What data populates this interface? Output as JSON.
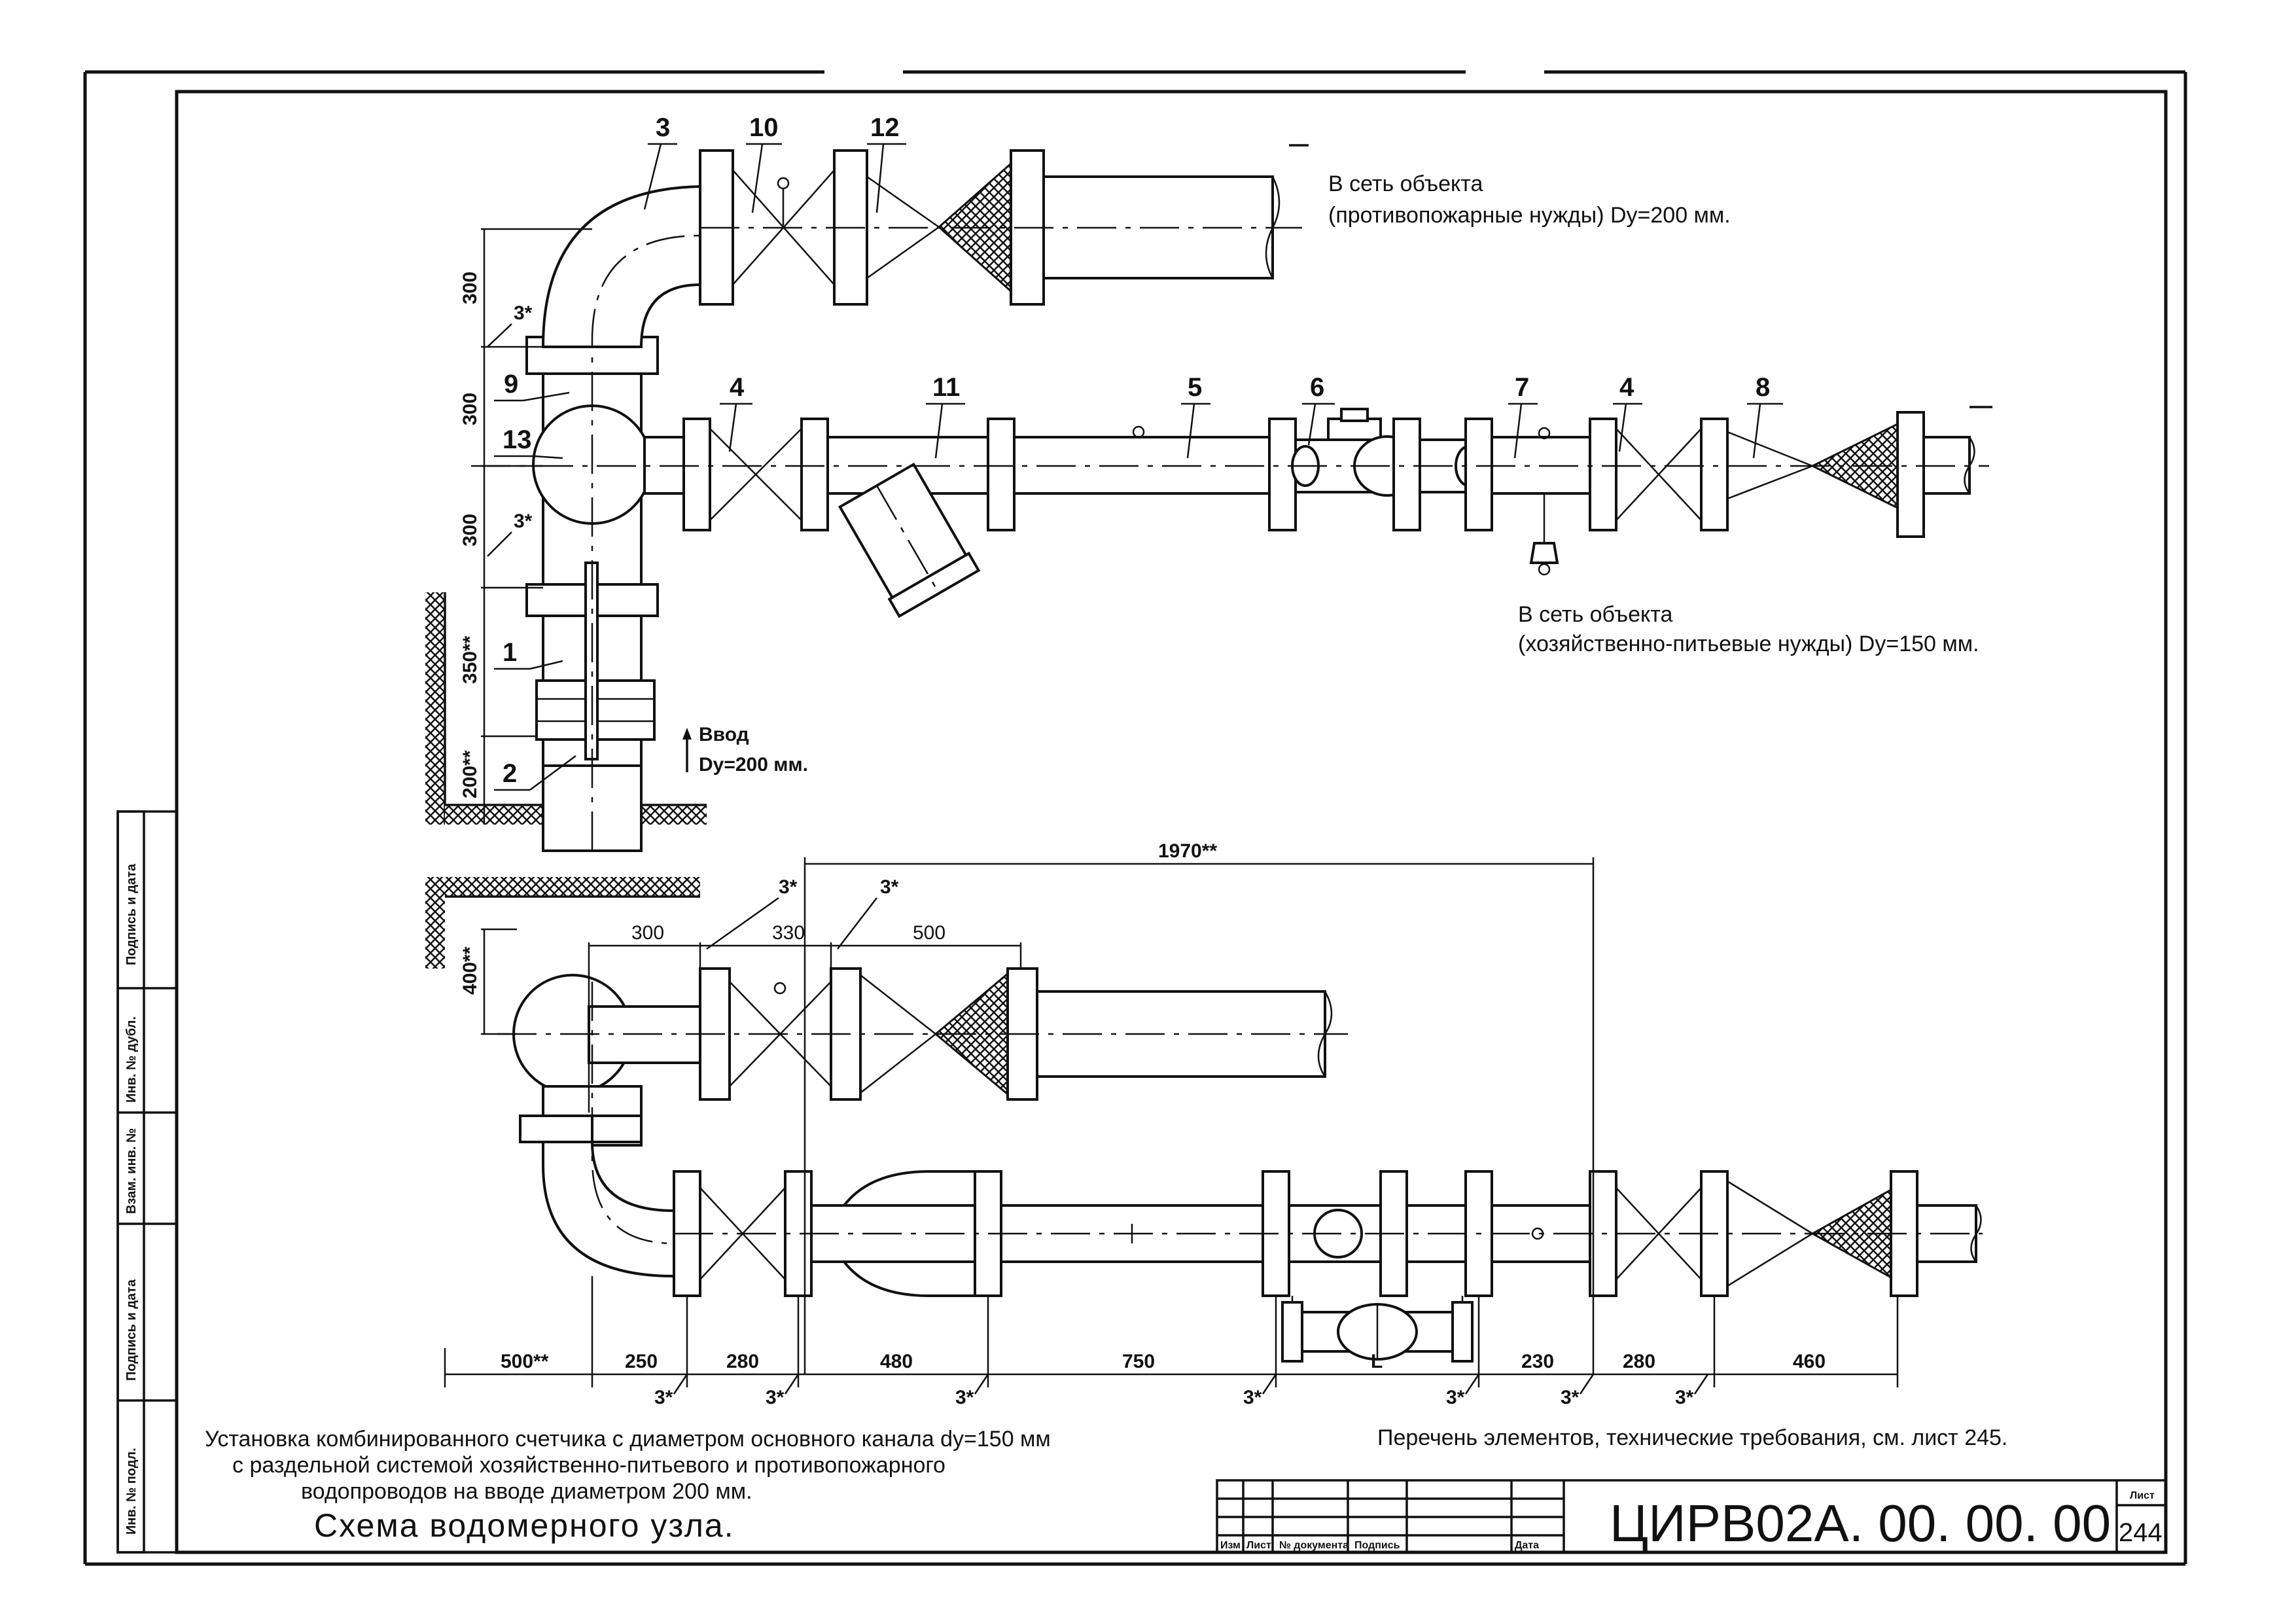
{
  "callouts": {
    "c1": "1",
    "c2": "2",
    "c3": "3",
    "c4a": "4",
    "c4b": "4",
    "c5": "5",
    "c6": "6",
    "c7": "7",
    "c8": "8",
    "c9": "9",
    "c10": "10",
    "c11": "11",
    "c12": "12",
    "c13": "13"
  },
  "notes": {
    "fire_line1": "В сеть объекта",
    "fire_line2": "(противопожарные нужды) Dy=200 мм.",
    "domestic_line1": "В сеть объекта",
    "domestic_line2": "(хозяйственно-питьевые нужды) Dy=150 мм.",
    "inlet_line1": "Ввод",
    "inlet_line2": "Dy=200 мм."
  },
  "dims_top_view": {
    "v300a": "300",
    "v300b": "300",
    "v300c": "300",
    "v350": "350**",
    "v200": "200**",
    "w3a": "3*",
    "w3b": "3*"
  },
  "dims_plan_view": {
    "overall": "1970**",
    "d400": "400**",
    "d300": "300",
    "d330": "330",
    "d500": "500",
    "w3c": "3*",
    "w3d": "3*",
    "b500": "500**",
    "b250": "250",
    "b280a": "280",
    "b480": "480",
    "b750": "750",
    "bL": "L",
    "b230": "230",
    "b280b": "280",
    "b460": "460",
    "wb1": "3*",
    "wb2": "3*",
    "wb3": "3*",
    "wb4": "3*",
    "wb5": "3*",
    "wb6": "3*",
    "wb7": "3*"
  },
  "caption": {
    "line1": "Установка комбинированного счетчика с диаметром основного канала dy=150 мм",
    "line2": "с раздельной  системой хозяйственно-питьевого и противопожарного",
    "line3": "водопроводов на вводе диаметром 200 мм.",
    "title": "Схема водомерного узла.",
    "ref": "Перечень элементов, технические требования, см. лист 245."
  },
  "title_block": {
    "col_izm": "Изм",
    "col_list": "Лист",
    "col_doc": "№ документа",
    "col_sign": "Подпись",
    "col_date": "Дата",
    "code": "ЦИРВ02А. 00. 00. 00",
    "sheet_label": "Лист",
    "sheet_no": "244"
  },
  "side_stamp": {
    "s1": "Подпись и дата",
    "s2": "Инв. № дубл.",
    "s3": "Взам. инв. №",
    "s4": "Подпись и дата",
    "s5": "Инв. № подл."
  }
}
